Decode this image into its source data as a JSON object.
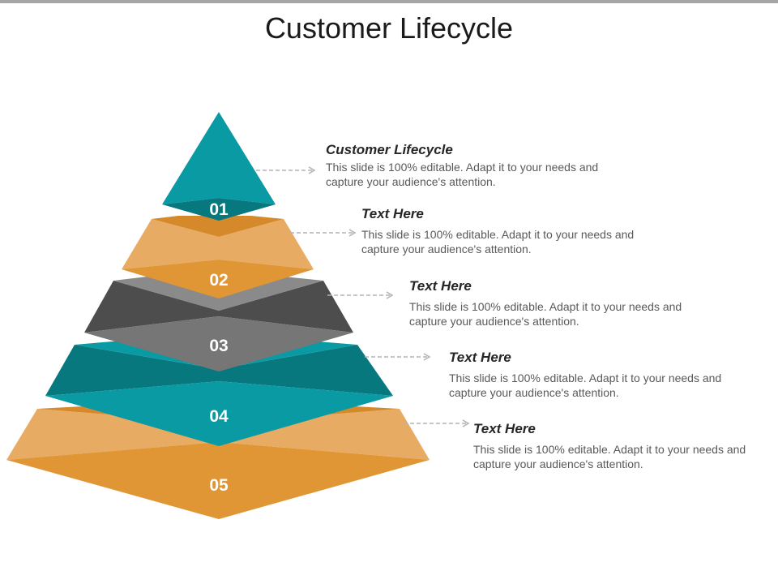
{
  "slide": {
    "title": "Customer Lifecycle"
  },
  "colors": {
    "teal": "#0a9aa3",
    "teal_dark": "#08787f",
    "orange": "#e09634",
    "orange_light": "#e8ab63",
    "gray_dark": "#4d4d4d",
    "gray": "#767676",
    "connector": "#b3b3b3"
  },
  "levels": [
    {
      "number": "01",
      "title": "Customer Lifecycle",
      "description": "This slide is 100% editable. Adapt it to your needs and capture your audience's attention.",
      "color": "teal"
    },
    {
      "number": "02",
      "title": "Text Here",
      "description": "This slide is 100% editable. Adapt it to your needs and capture your audience's attention.",
      "color": "orange"
    },
    {
      "number": "03",
      "title": "Text Here",
      "description": "This slide is 100% editable. Adapt it to your needs and capture your audience's attention.",
      "color": "gray"
    },
    {
      "number": "04",
      "title": "Text Here",
      "description": "This slide is 100% editable. Adapt it to your needs and capture your audience's attention.",
      "color": "teal"
    },
    {
      "number": "05",
      "title": "Text Here",
      "description": "This slide is 100% editable. Adapt it to your needs and capture your audience's attention.",
      "color": "orange"
    }
  ]
}
